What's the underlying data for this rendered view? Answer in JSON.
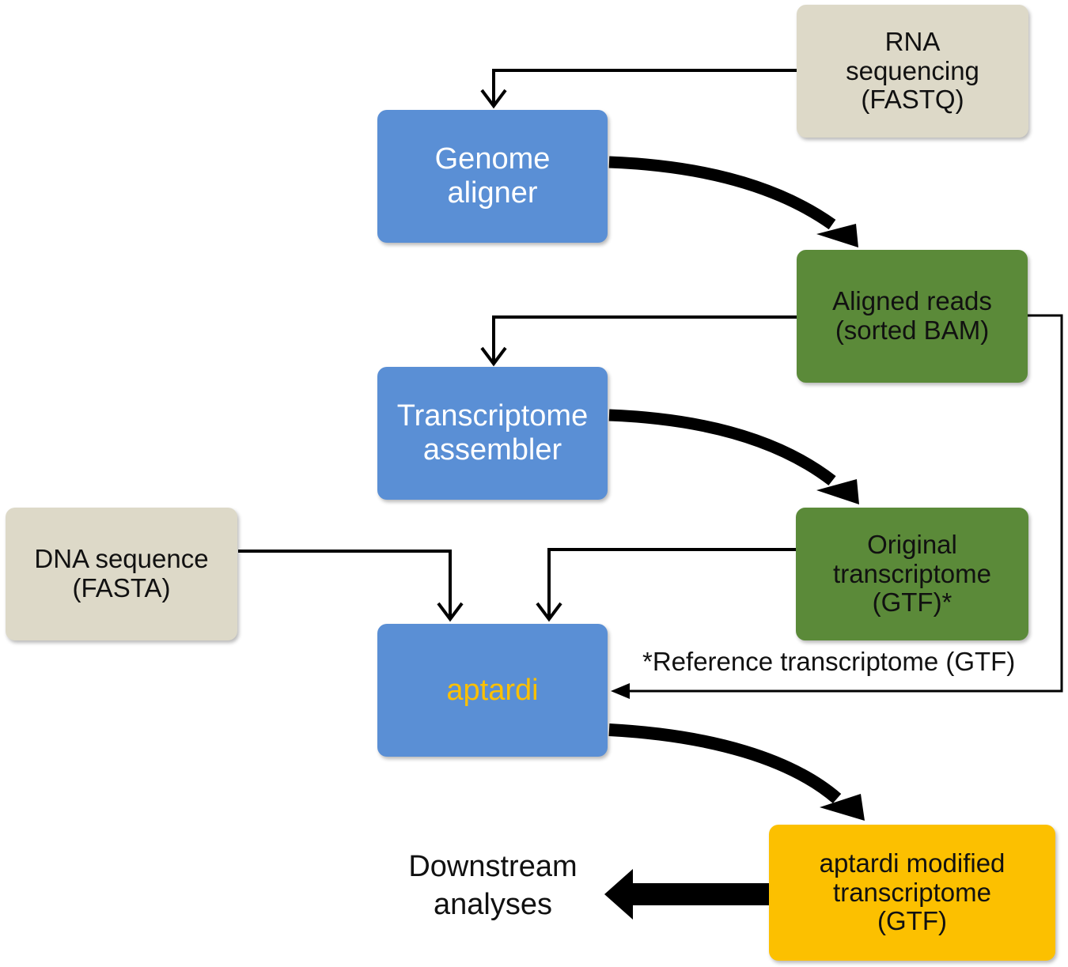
{
  "nodes": {
    "rna_seq": {
      "lines": [
        "RNA",
        "sequencing",
        "(FASTQ)"
      ],
      "color": "#ddd9c8"
    },
    "genome_aligner": {
      "lines": [
        "Genome",
        "aligner"
      ],
      "color": "#5a8fd5"
    },
    "aligned_reads": {
      "lines": [
        "Aligned reads",
        "(sorted BAM)"
      ],
      "color": "#5b8a39"
    },
    "transcriptome_assembler": {
      "lines": [
        "Transcriptome",
        "assembler"
      ],
      "color": "#5a8fd5"
    },
    "dna_sequence": {
      "lines": [
        "DNA sequence",
        "(FASTA)"
      ],
      "color": "#ddd9c8"
    },
    "original_transcriptome": {
      "lines": [
        "Original",
        "transcriptome",
        "(GTF)*"
      ],
      "color": "#5b8a39"
    },
    "aptardi": {
      "lines": [
        "aptardi"
      ],
      "color": "#5a8fd5",
      "text_color": "#fcc000"
    },
    "modified_transcriptome": {
      "lines": [
        "aptardi modified",
        "transcriptome",
        "(GTF)"
      ],
      "color": "#fcc000"
    }
  },
  "labels": {
    "reference_note": "*Reference transcriptome (GTF)",
    "downstream": [
      "Downstream",
      "analyses"
    ]
  }
}
